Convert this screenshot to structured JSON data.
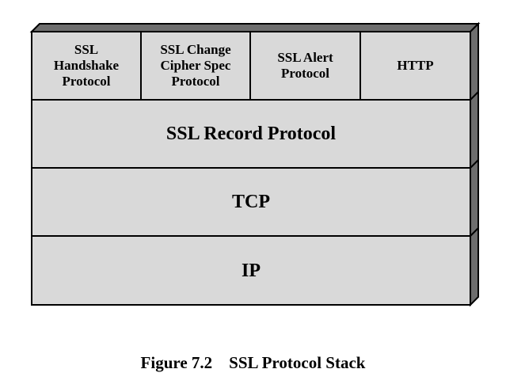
{
  "diagram": {
    "top_row": [
      {
        "label": "SSL\nHandshake\nProtocol"
      },
      {
        "label": "SSL Change\nCipher Spec\nProtocol"
      },
      {
        "label": "SSL Alert\nProtocol"
      },
      {
        "label": "HTTP"
      }
    ],
    "layers": [
      {
        "label": "SSL Record Protocol"
      },
      {
        "label": "TCP"
      },
      {
        "label": "IP"
      }
    ],
    "colors": {
      "face": "#d9d9d9",
      "side": "#6e6e6e",
      "stroke": "#000000"
    }
  },
  "caption": "Figure 7.2    SSL Protocol Stack"
}
